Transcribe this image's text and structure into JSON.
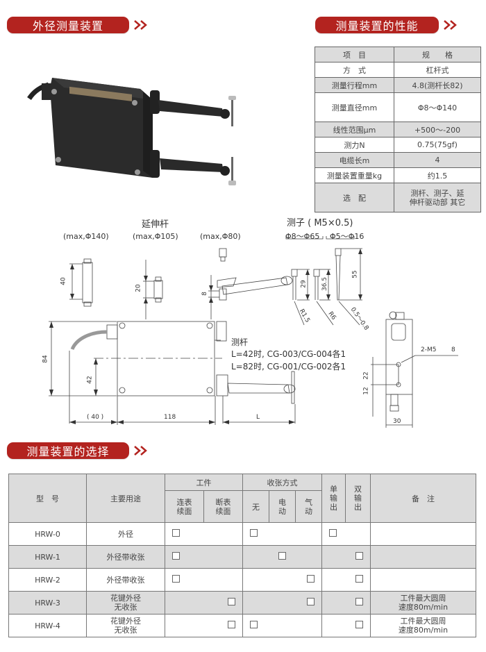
{
  "banners": {
    "external_measurement": "外径测量装置",
    "performance": "测量装置的性能",
    "selection": "测量装置的选择"
  },
  "colors": {
    "banner_red": "#b3231f",
    "header_gray": "#dcdcdc",
    "row_gray": "#dcdcdc"
  },
  "spec_table": {
    "headers": [
      "项　目",
      "规　　格"
    ],
    "rows": [
      {
        "item": "方　式",
        "value": "杠杆式"
      },
      {
        "item": "测量行程mm",
        "value": "4.8(测杆长82)"
      },
      {
        "item": "测量直径mm",
        "value": "Φ8～Φ140"
      },
      {
        "item": "线性范围μm",
        "value": "+500～-200"
      },
      {
        "item": "测力N",
        "value": "0.75(75gf)"
      },
      {
        "item": "电缆长m",
        "value": "4"
      },
      {
        "item": "测量装置重量kg",
        "value": "约1.5"
      },
      {
        "item": "选　配",
        "value_line1": "测杆、测子、延",
        "value_line2": "伸杆驱动部 其它"
      }
    ]
  },
  "drawing": {
    "extension_rod_title": "延伸杆",
    "extension_rods": [
      "(max,Φ140)",
      "(max,Φ105)",
      "(max,Φ80)"
    ],
    "extension_dims": [
      "40",
      "20",
      "8"
    ],
    "probe_title": "测子 ( M5×0.5)",
    "probe_ranges": [
      "Φ8～Φ65",
      "Φ5～Φ16"
    ],
    "probe_dims": [
      "29",
      "36.5",
      "55"
    ],
    "probe_tips": [
      "R1.5",
      "R6",
      "0.5～0.8"
    ],
    "rod_label": "测杆",
    "rod_note_1": "L=42时, CG-003/CG-004各1",
    "rod_note_2": "L=82时, CG-001/CG-002各1",
    "body_dims": {
      "height": "84",
      "half": "42",
      "cable": "( 40 )",
      "width": "118",
      "lever": "L"
    },
    "side_view": {
      "thread": "2-M5",
      "depth": "8",
      "d1": "22",
      "d2": "12",
      "width": "30"
    }
  },
  "selection_table": {
    "headers": {
      "model": "型　号",
      "usage": "主要用途",
      "workpiece": "工件",
      "continuous": [
        "连表",
        "续面"
      ],
      "interrupted": [
        "断表",
        "续面"
      ],
      "retract": "收张方式",
      "none": "无",
      "electric": [
        "电",
        "动"
      ],
      "pneumatic": [
        "气",
        "动"
      ],
      "single": [
        "单",
        "输",
        "出"
      ],
      "double": [
        "双",
        "输",
        "出"
      ],
      "remark": "备　注"
    },
    "rows": [
      {
        "model": "HRW-0",
        "usage": "外径",
        "remark": ""
      },
      {
        "model": "HRW-1",
        "usage": "外径带收张",
        "remark": ""
      },
      {
        "model": "HRW-2",
        "usage": "外径带收张",
        "remark": ""
      },
      {
        "model": "HRW-3",
        "usage_1": "花键外径",
        "usage_2": "无收张",
        "remark_1": "工件最大圆周",
        "remark_2": "速度80m/min"
      },
      {
        "model": "HRW-4",
        "usage_1": "花键外径",
        "usage_2": "无收张",
        "remark_1": "工件最大圆周",
        "remark_2": "速度80m/min"
      }
    ]
  }
}
